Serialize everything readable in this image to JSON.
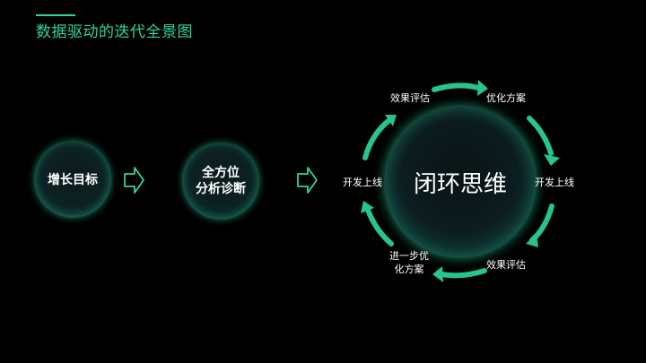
{
  "title": "数据驱动的迭代全景图",
  "colors": {
    "accent": "#2fd59b",
    "background": "#000000",
    "text": "#ffffff"
  },
  "flow": {
    "step1": "增长目标",
    "step2_line1": "全方位",
    "step2_line2": "分析诊断",
    "core": "闭环思维"
  },
  "cycle": {
    "top_left": "效果评估",
    "top_right": "优化方案",
    "right": "开发上线",
    "bottom_right": "效果评估",
    "bottom_left_line1": "进一步优",
    "bottom_left_line2": "化方案",
    "left": "开发上线"
  }
}
